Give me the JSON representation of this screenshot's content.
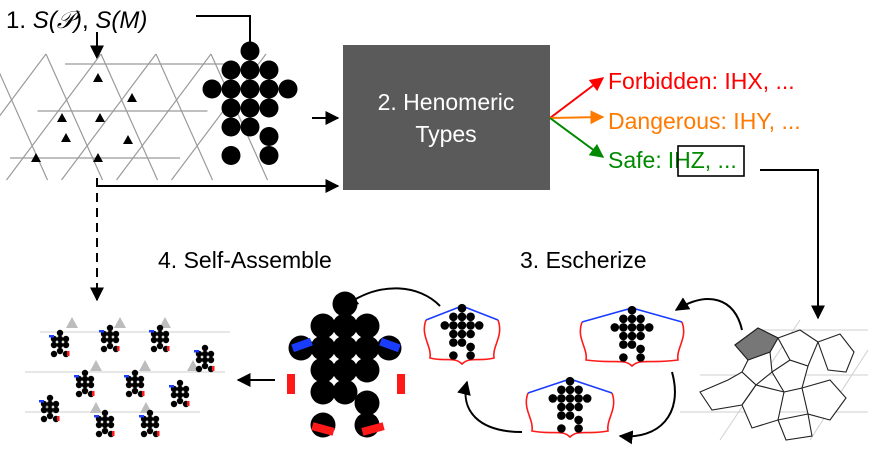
{
  "step1": {
    "prefix": "1. ",
    "sp": "S(𝒫)",
    "sep": ", ",
    "sm": "S(M)"
  },
  "step2": {
    "line1": "2. Henomeric",
    "line2": "Types",
    "box_color": "#5a5a5a"
  },
  "outcomes": {
    "forbidden": {
      "text": "Forbidden: IHX, ...",
      "color": "#ff0000"
    },
    "dangerous": {
      "text": "Dangerous: IHY, ...",
      "color": "#ff7a00"
    },
    "safe": {
      "prefix": "Safe:",
      "boxed": "IHZ,",
      "suffix": " ...",
      "color": "#008a00"
    }
  },
  "step3": {
    "label": "3. Escherize"
  },
  "step4": {
    "label": "4. Self-Assemble"
  },
  "colors": {
    "edge_blue": "#1a3cff",
    "edge_red": "#ff1a1a",
    "tile_grey": "#777777"
  },
  "icons": {
    "triangle": "black-triangle-icon",
    "arrow": "arrow-icon",
    "motif": "black-disc-motif-icon"
  }
}
